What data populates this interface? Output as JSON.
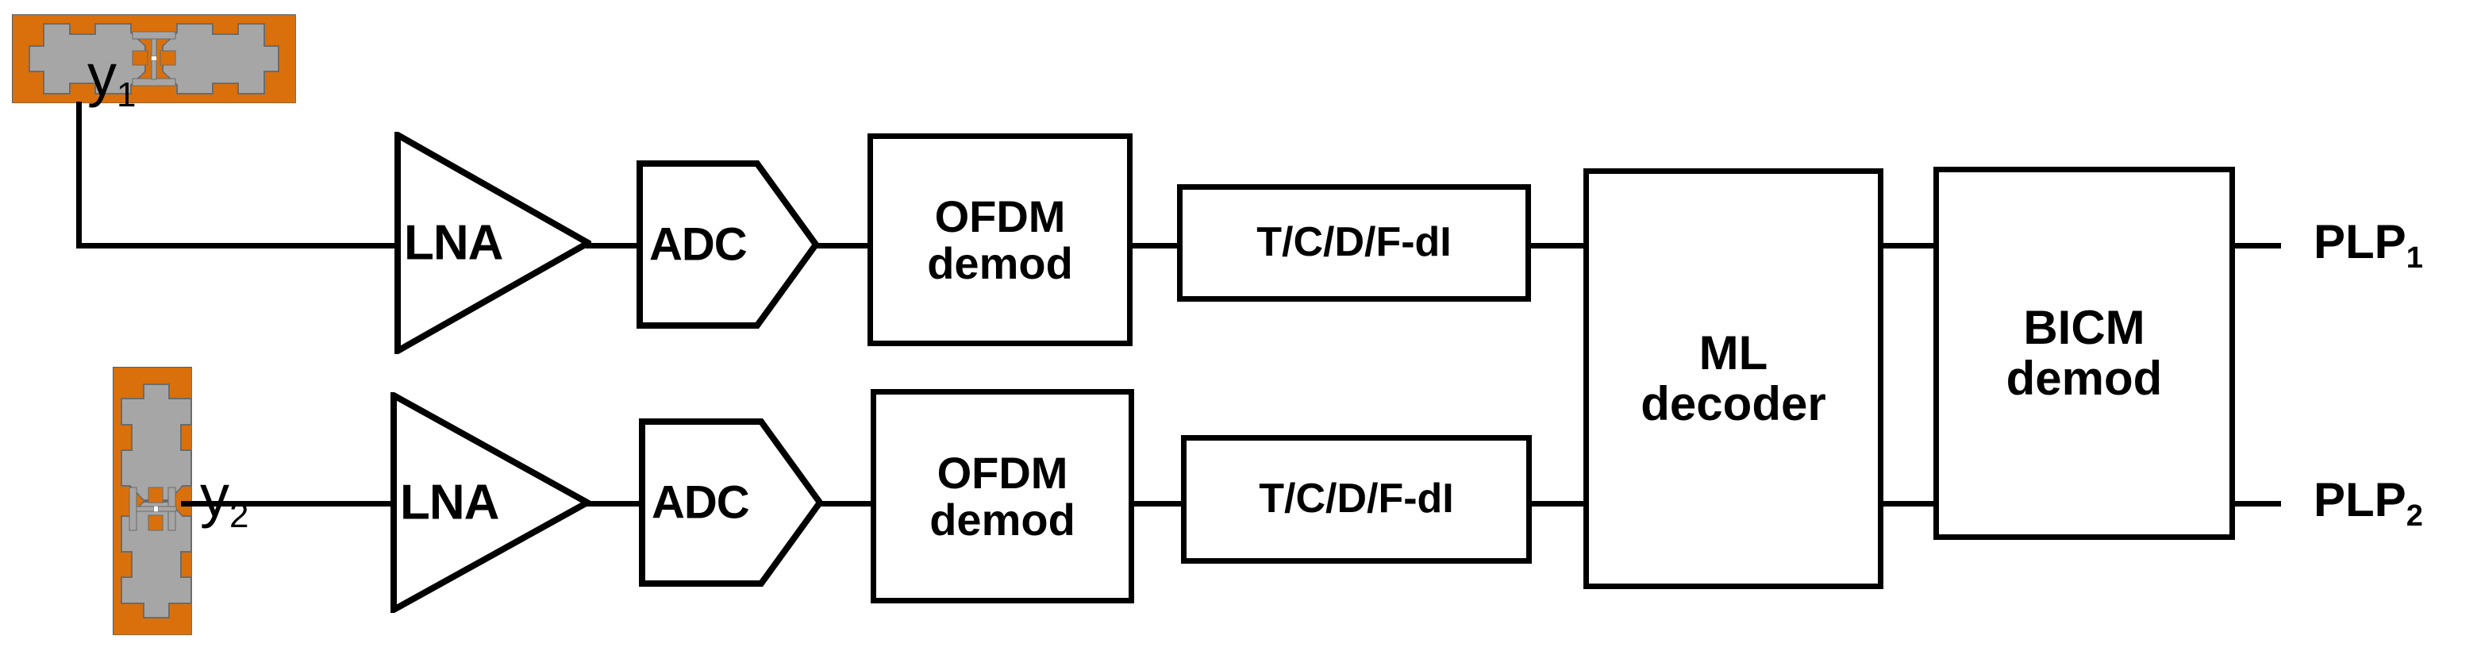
{
  "diagram": {
    "title": "MIMO OFDM receiver chain block diagram",
    "colors": {
      "line": "#000000",
      "background": "#ffffff",
      "antenna_substrate": "#d9700c",
      "antenna_metal": "#a6a6a6",
      "antenna_outline": "#6b6b6b"
    },
    "signals": [
      {
        "id": "y1",
        "base": "y",
        "sub": "1"
      },
      {
        "id": "y2",
        "base": "y",
        "sub": "2"
      }
    ],
    "outputs": [
      {
        "id": "plp1",
        "base": "PLP",
        "sub": "1"
      },
      {
        "id": "plp2",
        "base": "PLP",
        "sub": "2"
      }
    ],
    "antennas": [
      {
        "id": "antenna-1",
        "orientation": "horizontal",
        "label": "printed antenna 1"
      },
      {
        "id": "antenna-2",
        "orientation": "vertical",
        "label": "printed antenna 2"
      }
    ],
    "branches": [
      {
        "id": "branch-1",
        "lna": "LNA",
        "adc": "ADC",
        "ofdm_line1": "OFDM",
        "ofdm_line2": "demod",
        "deinterleaver": "T/C/D/F-dI"
      },
      {
        "id": "branch-2",
        "lna": "LNA",
        "adc": "ADC",
        "ofdm_line1": "OFDM",
        "ofdm_line2": "demod",
        "deinterleaver": "T/C/D/F-dI"
      }
    ],
    "shared": {
      "ml_line1": "ML",
      "ml_line2": "decoder",
      "bicm_line1": "BICM",
      "bicm_line2": "demod"
    }
  }
}
